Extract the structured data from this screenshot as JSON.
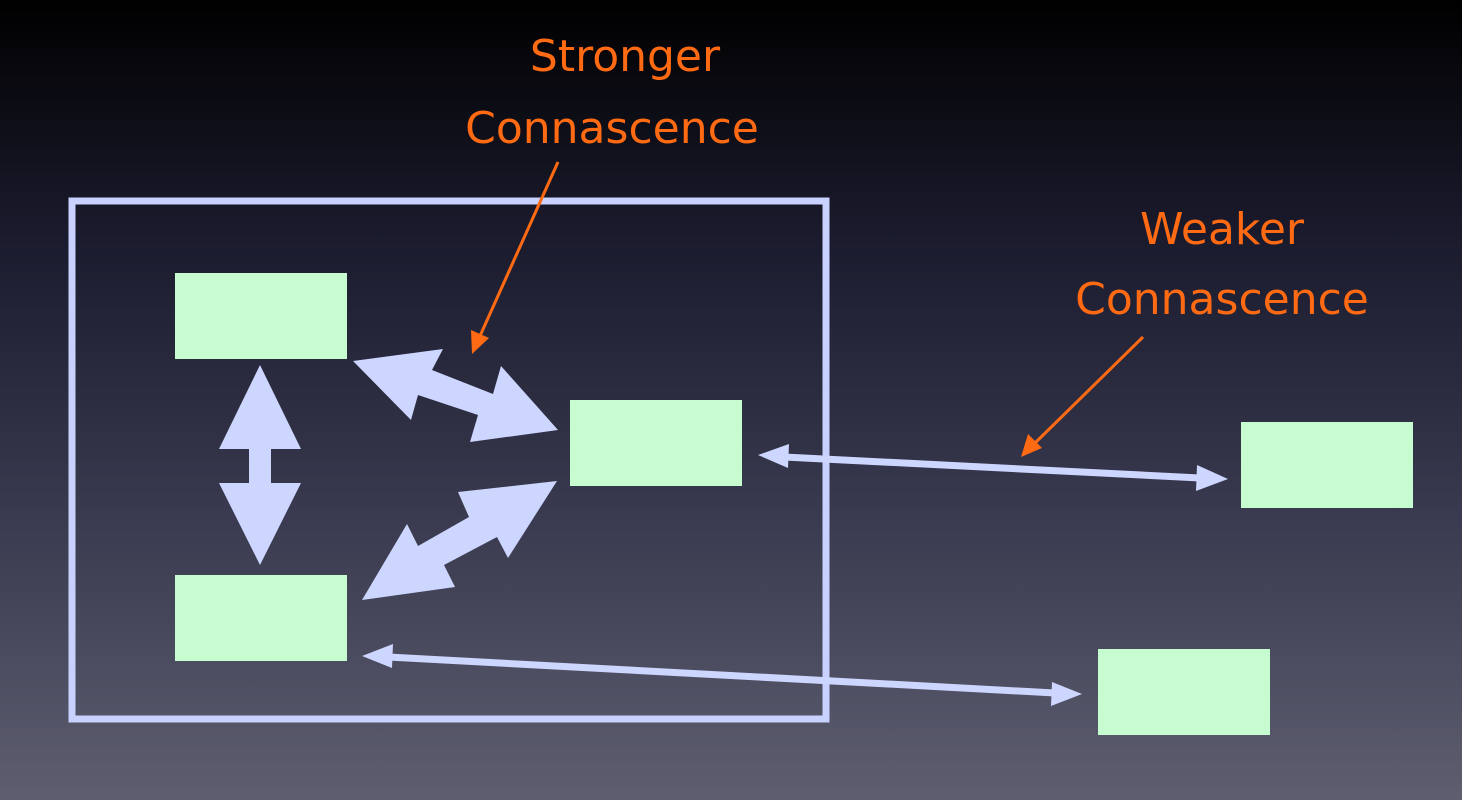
{
  "labels": {
    "strong": {
      "line1": "Stronger",
      "line2": "Connascence"
    },
    "weak": {
      "line1": "Weaker",
      "line2": "Connascence"
    }
  },
  "colors": {
    "label": "#ff6a13",
    "arrow": "#cdd6ff",
    "box": "#c6fcd0",
    "frame": "#c9d2ff"
  }
}
